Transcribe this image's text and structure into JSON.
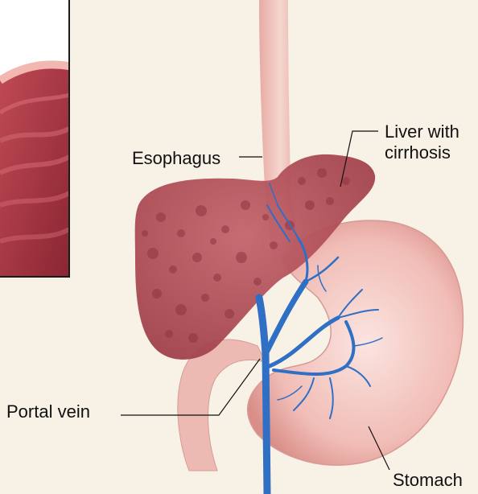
{
  "labels": {
    "esophagus": "Esophagus",
    "liver_line1": "Liver with",
    "liver_line2": "cirrhosis",
    "portal_vein": "Portal vein",
    "stomach": "Stomach"
  },
  "colors": {
    "background": "#f7f1e6",
    "liver": "#b8535c",
    "liver_spots": "#9c3f49",
    "stomach": "#f3c7c2",
    "esophagus": "#edbcb5",
    "vein": "#2f6fc4",
    "inset_tissue": "#a8323e",
    "inset_border": "#1a1a1a"
  },
  "icons": {
    "inset": "varices-closeup-inset",
    "liver": "cirrhotic-liver",
    "stomach": "stomach",
    "esophagus": "esophagus",
    "portal_vein": "portal-vein-tree"
  }
}
